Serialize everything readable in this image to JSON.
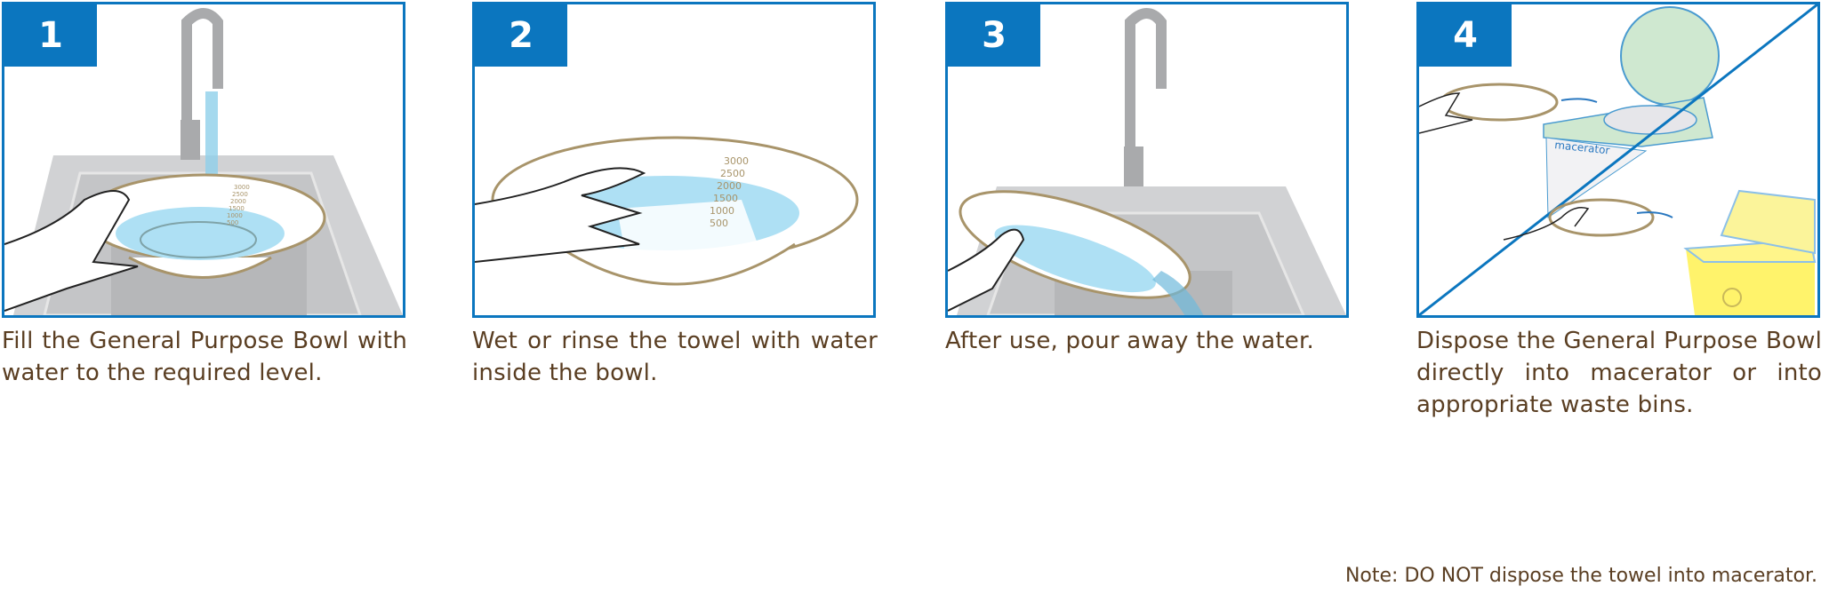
{
  "colors": {
    "accent": "#0b76bf",
    "text": "#5a3e22",
    "water": "#aee0f4",
    "sink": "#d1d2d4",
    "bowl_outline": "#a8946a",
    "macerator": "#cfe8d0",
    "waste_bin": "#fff36b"
  },
  "steps": [
    {
      "number": "1",
      "caption": "Fill the General Purpose Bowl with water to the required level.",
      "scale_marks": [
        "3000",
        "2500",
        "2000",
        "1500",
        "1000",
        "500"
      ]
    },
    {
      "number": "2",
      "caption": "Wet or rinse the towel with water inside the bowl.",
      "scale_marks": [
        "3000",
        "2500",
        "2000",
        "1500",
        "1000",
        "500"
      ]
    },
    {
      "number": "3",
      "caption": "After use, pour away the water."
    },
    {
      "number": "4",
      "caption": "Dispose the General Purpose Bowl directly into macerator or into appropriate waste bins.",
      "macerator_label": "macerator"
    }
  ],
  "note": "Note: DO NOT dispose the towel into macerator."
}
